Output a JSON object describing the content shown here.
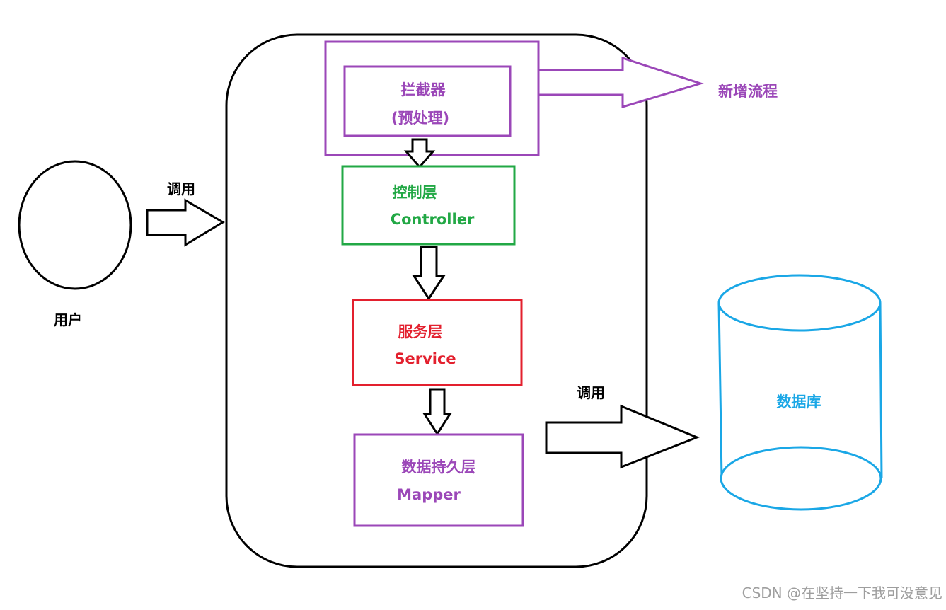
{
  "user": {
    "label": "用户"
  },
  "call_labels": {
    "user_to_app": "调用",
    "mapper_to_db": "调用"
  },
  "interceptor": {
    "title": "拦截器",
    "subtitle": "(预处理)"
  },
  "new_flow": {
    "label": "新增流程"
  },
  "controller": {
    "title": "控制层",
    "subtitle": "Controller"
  },
  "service": {
    "title": "服务层",
    "subtitle": "Service"
  },
  "mapper": {
    "title": "数据持久层",
    "subtitle": "Mapper"
  },
  "database": {
    "label": "数据库"
  },
  "watermark": {
    "text": "CSDN @在坚持一下我可没意见"
  },
  "colors": {
    "interceptor": "#9b47b8",
    "controller": "#22a845",
    "service": "#e3202e",
    "mapper": "#9b47b8",
    "database": "#1aa7e6",
    "outline": "#000000",
    "watermark": "#9e9e9e"
  }
}
